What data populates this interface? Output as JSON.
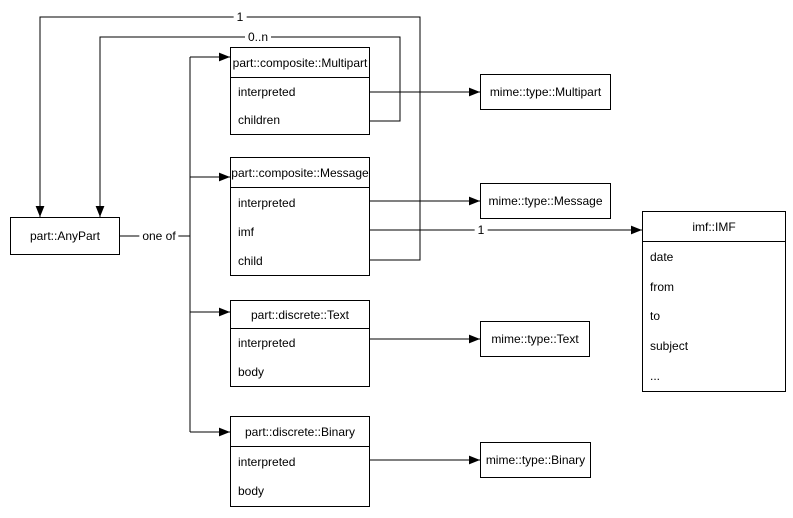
{
  "diagram": {
    "background": "#ffffff",
    "stroke_color": "#000000",
    "text_color": "#000000",
    "classes": {
      "anypart": {
        "title": "part::AnyPart",
        "fields": []
      },
      "multipart": {
        "title": "part::composite::Multipart",
        "fields": [
          "interpreted",
          "children"
        ]
      },
      "message": {
        "title": "part::composite::Message",
        "fields": [
          "interpreted",
          "imf",
          "child"
        ]
      },
      "text": {
        "title": "part::discrete::Text",
        "fields": [
          "interpreted",
          "body"
        ]
      },
      "binary": {
        "title": "part::discrete::Binary",
        "fields": [
          "interpreted",
          "body"
        ]
      },
      "mime_multipart": {
        "title": "mime::type::Multipart",
        "fields": []
      },
      "mime_message": {
        "title": "mime::type::Message",
        "fields": []
      },
      "mime_text": {
        "title": "mime::type::Text",
        "fields": []
      },
      "mime_binary": {
        "title": "mime::type::Binary",
        "fields": []
      },
      "imf": {
        "title": "imf::IMF",
        "fields": [
          "date",
          "from",
          "to",
          "subject",
          "..."
        ]
      }
    },
    "edge_labels": {
      "message_child": "1",
      "multipart_children": "0..n",
      "anypart_choice": "one of",
      "message_imf": "1"
    }
  }
}
